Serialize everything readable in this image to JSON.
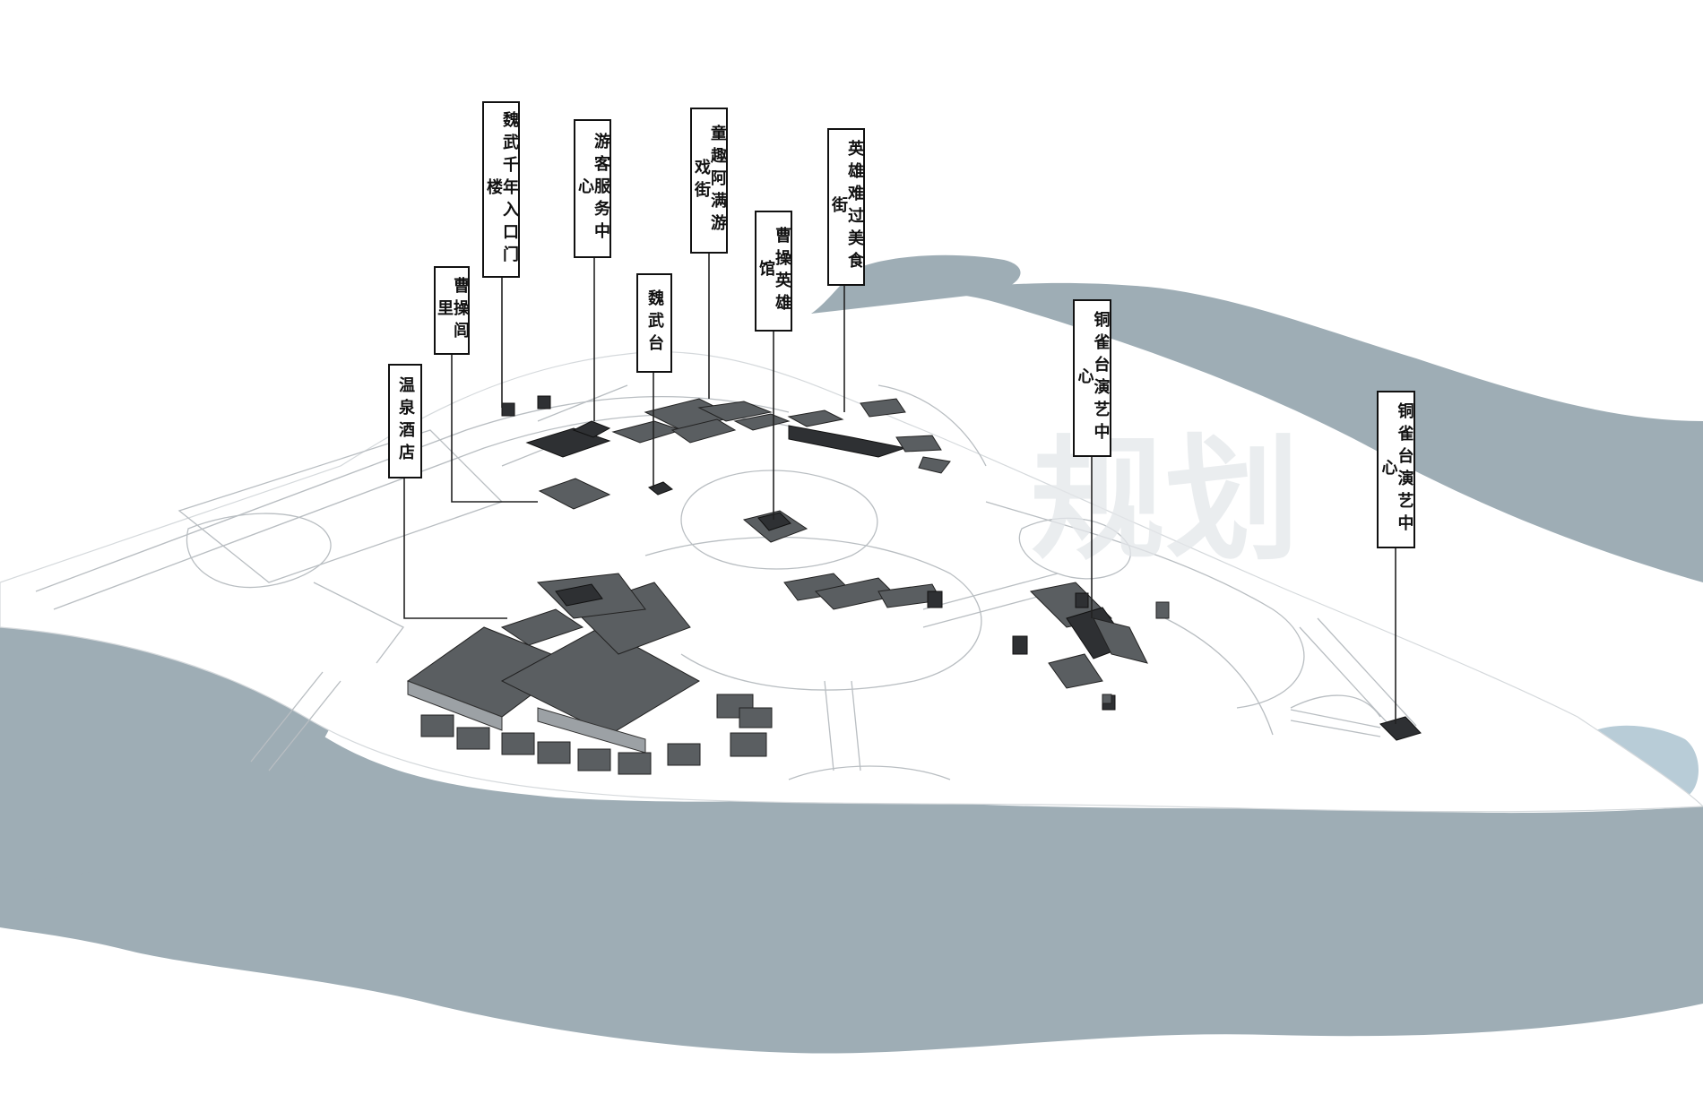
{
  "labels": [
    {
      "id": "wenquan",
      "text": "温泉酒店"
    },
    {
      "id": "caocao-lv",
      "text": "曹操闾里"
    },
    {
      "id": "gate",
      "text": "魏武千年入口门楼"
    },
    {
      "id": "visitor",
      "text": "游客服务中心"
    },
    {
      "id": "weiwutai",
      "text": "魏武台"
    },
    {
      "id": "tongqu",
      "text": "童趣阿满游戏街"
    },
    {
      "id": "hero-hall",
      "text": "曹操英雄馆"
    },
    {
      "id": "food-street",
      "text": "英雄难过美食街"
    },
    {
      "id": "theater-1",
      "text": "铜雀台演艺中心"
    },
    {
      "id": "theater-2",
      "text": "铜雀台演艺中心"
    }
  ],
  "watermark": {
    "text": "规划"
  },
  "colors": {
    "water": "#9eadb5",
    "lake": "#b8ccd7",
    "road": "#b9bec2",
    "building": "#5a5e61",
    "label_border": "#111111"
  }
}
